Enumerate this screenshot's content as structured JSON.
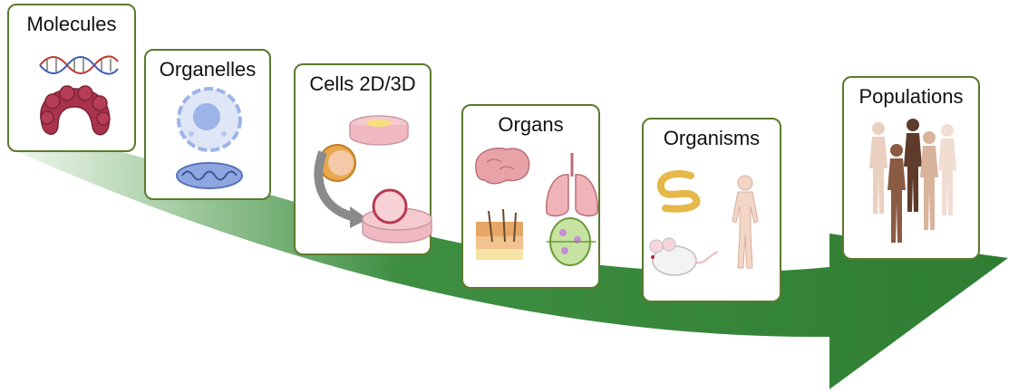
{
  "stages": [
    {
      "label": "Molecules"
    },
    {
      "label": "Organelles"
    },
    {
      "label": "Cells 2D/3D"
    },
    {
      "label": "Organs"
    },
    {
      "label": "Organisms"
    },
    {
      "label": "Populations"
    }
  ],
  "colors": {
    "arrow_dark": "#2e7d32",
    "arrow_light": "#e8f3e6",
    "card_border": "#5b7a2e",
    "protein": "#a8334a",
    "organelle_blue": "#9db4e8",
    "dish_pink": "#f4c9cf",
    "cell_orange": "#e9a84c",
    "skin": "#f1d6c4"
  }
}
